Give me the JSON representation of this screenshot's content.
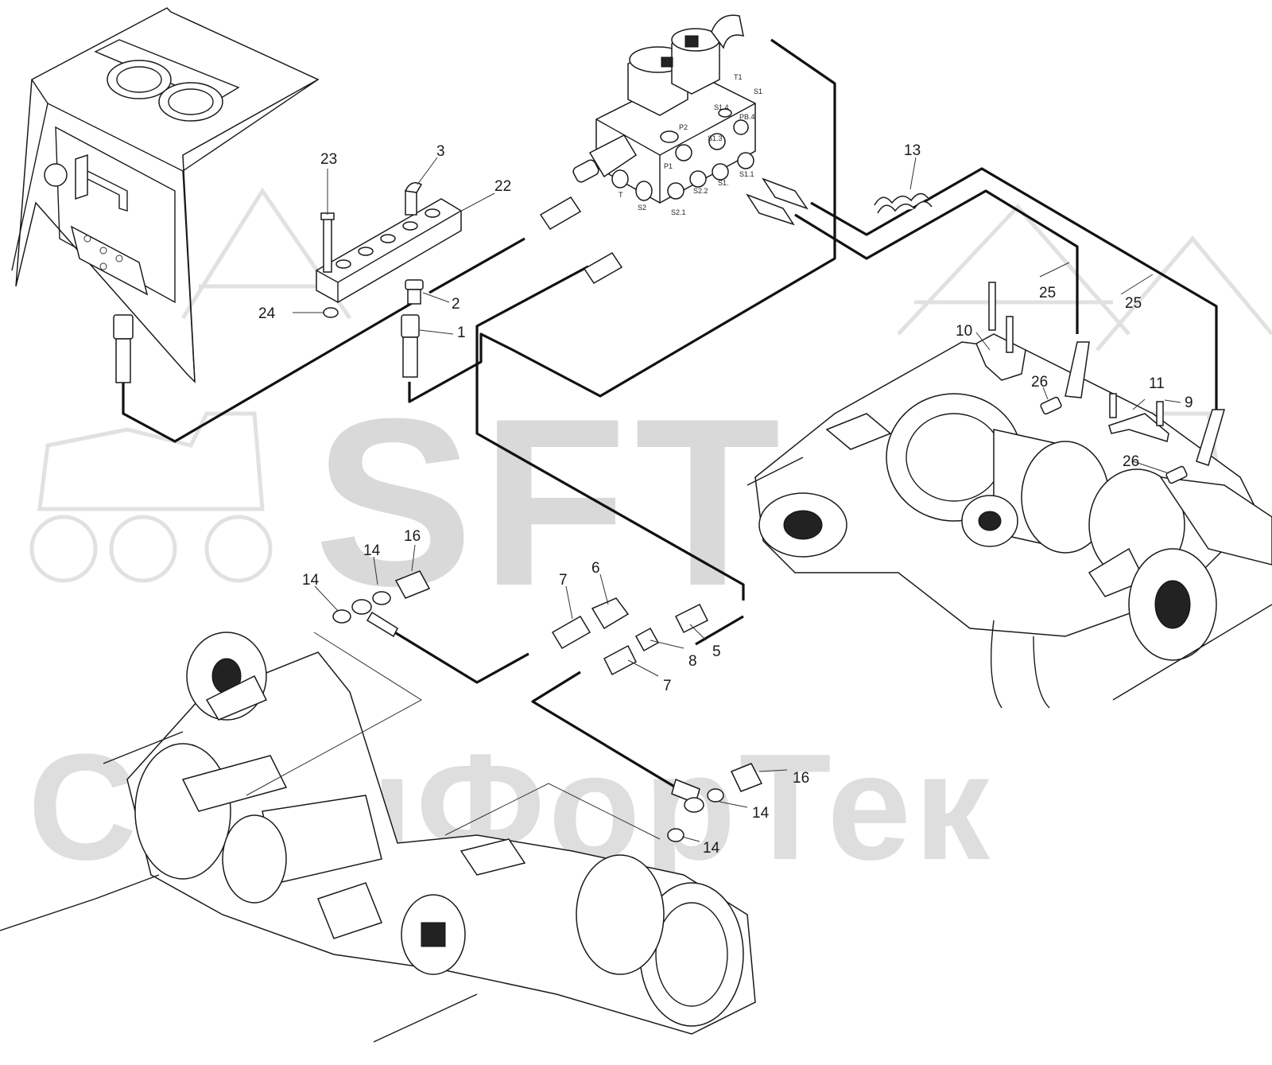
{
  "watermark": {
    "line1": "SFT",
    "line2": "СпанФорТек"
  },
  "callouts": [
    {
      "id": "c23",
      "text": "23"
    },
    {
      "id": "c3",
      "text": "3"
    },
    {
      "id": "c22",
      "text": "22"
    },
    {
      "id": "c2",
      "text": "2"
    },
    {
      "id": "c24",
      "text": "24"
    },
    {
      "id": "c1",
      "text": "1"
    },
    {
      "id": "c13",
      "text": "13"
    },
    {
      "id": "c25a",
      "text": "25"
    },
    {
      "id": "c25b",
      "text": "25"
    },
    {
      "id": "c10",
      "text": "10"
    },
    {
      "id": "c26a",
      "text": "26"
    },
    {
      "id": "c11",
      "text": "11"
    },
    {
      "id": "c9",
      "text": "9"
    },
    {
      "id": "c26b",
      "text": "26"
    },
    {
      "id": "c16a",
      "text": "16"
    },
    {
      "id": "c14a",
      "text": "14"
    },
    {
      "id": "c14b",
      "text": "14"
    },
    {
      "id": "c7a",
      "text": "7"
    },
    {
      "id": "c6",
      "text": "6"
    },
    {
      "id": "c8",
      "text": "8"
    },
    {
      "id": "c5",
      "text": "5"
    },
    {
      "id": "c7b",
      "text": "7"
    },
    {
      "id": "c16b",
      "text": "16"
    },
    {
      "id": "c14c",
      "text": "14"
    },
    {
      "id": "c14d",
      "text": "14"
    }
  ],
  "valve_ports": [
    {
      "id": "T1",
      "text": "T1"
    },
    {
      "id": "S1",
      "text": "S1"
    },
    {
      "id": "S14",
      "text": "S1.4"
    },
    {
      "id": "P2",
      "text": "P2"
    },
    {
      "id": "PB4",
      "text": "PB.4"
    },
    {
      "id": "S13",
      "text": "S1.3"
    },
    {
      "id": "P1",
      "text": "P1"
    },
    {
      "id": "T",
      "text": "T"
    },
    {
      "id": "S2",
      "text": "S2"
    },
    {
      "id": "S21",
      "text": "S2.1"
    },
    {
      "id": "S22",
      "text": "S2.2"
    },
    {
      "id": "S1x",
      "text": "S1."
    },
    {
      "id": "S11",
      "text": "S1.1"
    }
  ]
}
